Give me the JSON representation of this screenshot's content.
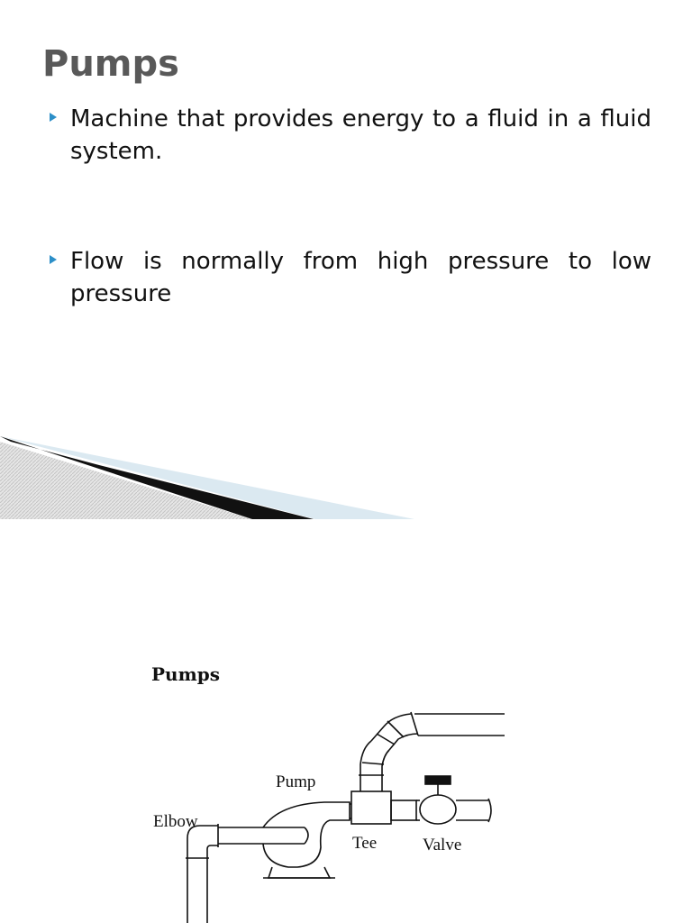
{
  "slide": {
    "title": "Pumps",
    "bullets": [
      {
        "text": "Machine that provides energy to a fluid in a fluid system."
      },
      {
        "text": "Flow is normally from high pressure to low pressure"
      }
    ],
    "accent_color": "#2c8fc8"
  },
  "diagram": {
    "title": "Pumps",
    "labels": {
      "pump": "Pump",
      "elbow": "Elbow",
      "tee": "Tee",
      "valve": "Valve"
    }
  }
}
